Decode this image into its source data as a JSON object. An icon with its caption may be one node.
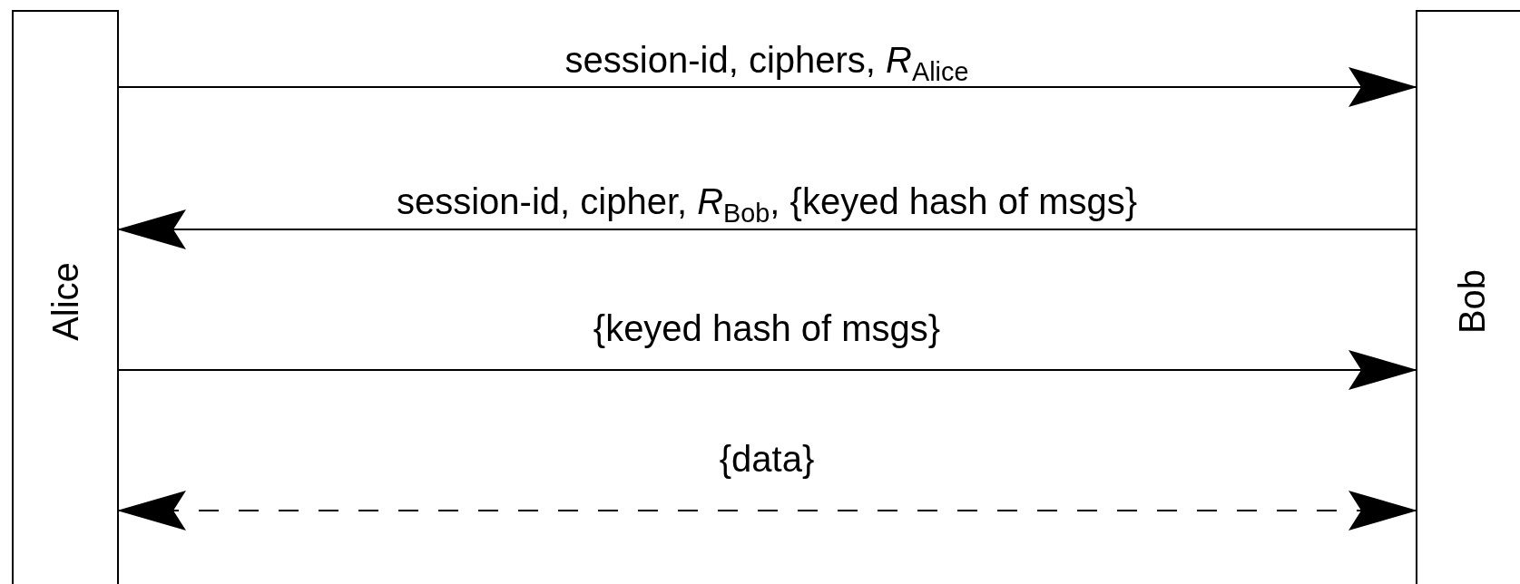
{
  "diagram": {
    "nodes": [
      {
        "text": [
          "Alice"
        ]
      },
      {
        "text": [
          "Bob"
        ]
      }
    ],
    "edges": [
      {
        "from": 0,
        "to": 1,
        "arrow": "to",
        "label": "session-id, ciphers, *R*$_{Alice}$"
      },
      {
        "from": 1,
        "to": 0,
        "arrow": "to",
        "label": "session-id, cipher, *R*$_{Bob}$, {keyed hash of msgs}"
      },
      {
        "from": 0,
        "to": 1,
        "arrow": "to",
        "label": "{keyed hash of msgs}"
      },
      {
        "from": 0,
        "to": 1,
        "arrow": "both",
        "label": "{data}",
        "style": "dashed"
      }
    ]
  }
}
